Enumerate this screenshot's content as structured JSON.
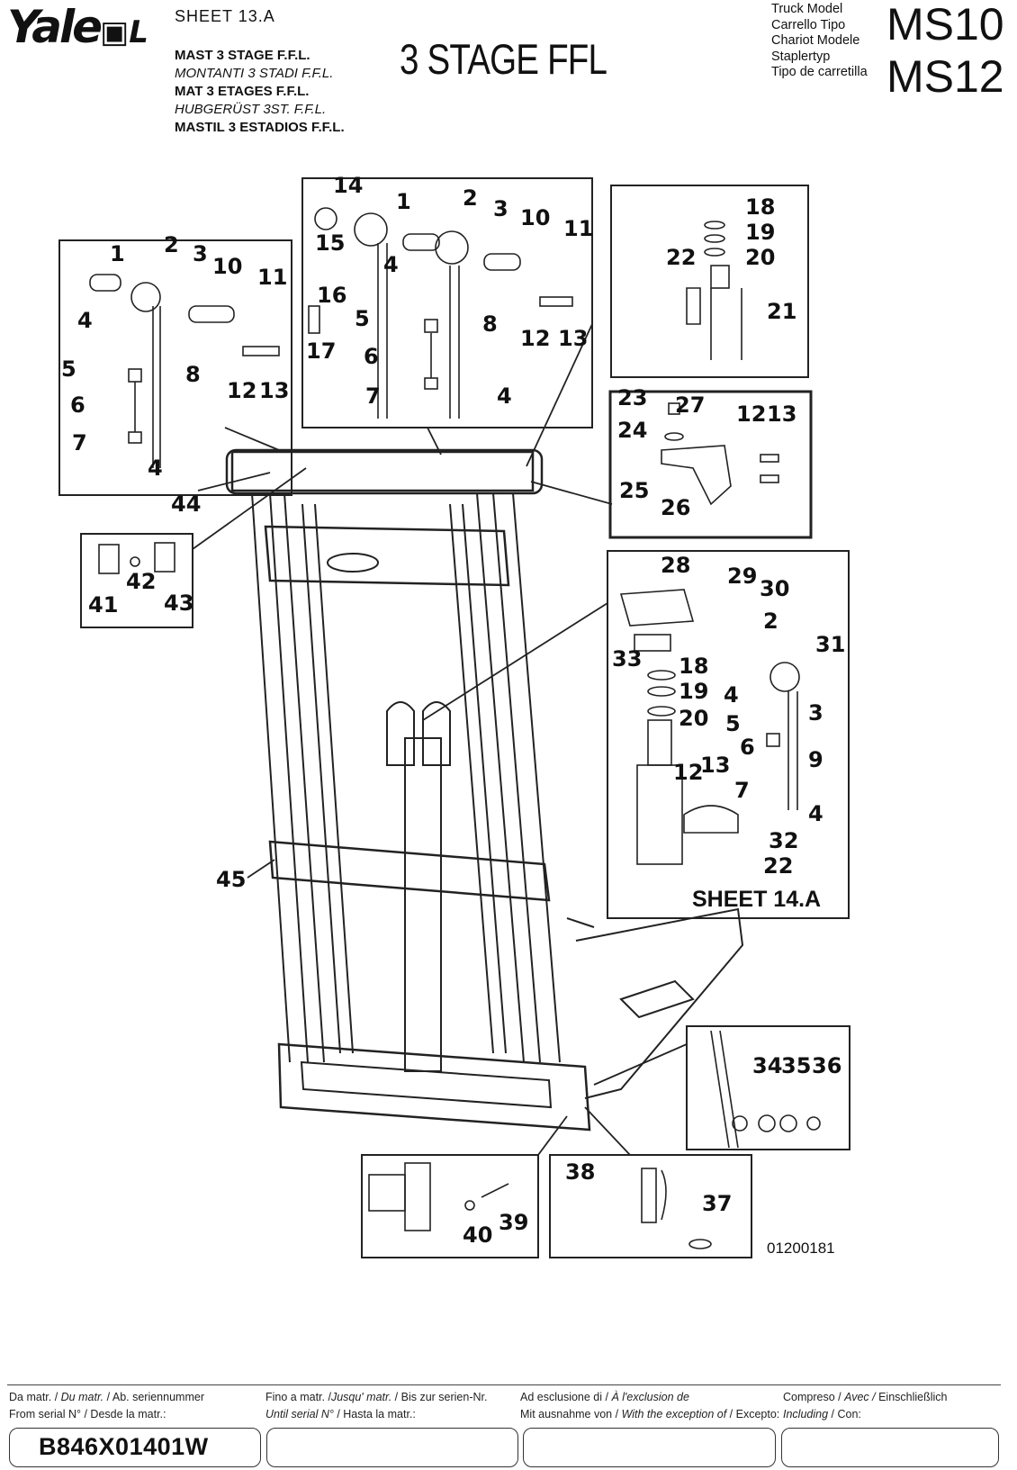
{
  "header": {
    "logo_text": "Yale",
    "sheet_label": "SHEET  13.A",
    "mast_titles": [
      "MAST 3 STAGE F.F.L.",
      "MONTANTI 3 STADI F.F.L.",
      "MAT 3 ETAGES F.F.L.",
      "HUBGERÜST 3ST. F.F.L.",
      "MASTIL 3 ESTADIOS F.F.L."
    ],
    "center_title": "3 STAGE FFL",
    "truck_model_labels": [
      "Truck Model",
      "Carrello Tipo",
      "Chariot Modele",
      "Staplertyp",
      "Tipo de carretilla"
    ],
    "models": [
      "MS10",
      "MS12"
    ]
  },
  "diagram": {
    "drawing_number": "01200181",
    "sheet_reference": "SHEET 14.A",
    "callouts": {
      "box_a": [
        "1",
        "2",
        "3",
        "10",
        "11",
        "4",
        "5",
        "6",
        "7",
        "8",
        "12",
        "13",
        "4"
      ],
      "box_b": [
        "14",
        "15",
        "1",
        "2",
        "3",
        "10",
        "11",
        "4",
        "16",
        "17",
        "5",
        "6",
        "7",
        "8",
        "12",
        "13",
        "4"
      ],
      "box_c": [
        "18",
        "19",
        "20",
        "22",
        "21"
      ],
      "box_d": [
        "23",
        "27",
        "12",
        "13",
        "24",
        "25",
        "26"
      ],
      "box_e": [
        "41",
        "42",
        "43"
      ],
      "box_f": [
        "28",
        "29",
        "30",
        "2",
        "31",
        "33",
        "18",
        "19",
        "20",
        "4",
        "5",
        "3",
        "6",
        "9",
        "12",
        "13",
        "7",
        "4",
        "32",
        "22"
      ],
      "box_g": [
        "34",
        "35",
        "36"
      ],
      "box_h": [
        "40",
        "39"
      ],
      "box_i": [
        "38",
        "37"
      ],
      "main": [
        "44",
        "45"
      ]
    }
  },
  "footer": {
    "col1_line1": [
      "Da matr. / ",
      "Du matr.",
      " / Ab. seriennummer"
    ],
    "col1_line2": "From serial N° / Desde la matr.:",
    "col2_line1": [
      "Fino a matr. /",
      "Jusqu' matr.",
      " / Bis zur serien-Nr."
    ],
    "col2_line2": [
      "Until serial N°",
      " / Hasta la matr.:"
    ],
    "col3_line1": [
      "Ad esclusione di / ",
      "À l'exclusion de"
    ],
    "col3_line2": [
      "Mit ausnahme von / ",
      "With the exception of",
      " / Excepto:"
    ],
    "col4_line1": [
      "Compreso / ",
      "Avec /",
      "  Einschließlich"
    ],
    "col4_line2": [
      "Including",
      " / Con:"
    ],
    "from_serial": "B846X01401W",
    "until_serial": "",
    "exception": "",
    "including": ""
  }
}
